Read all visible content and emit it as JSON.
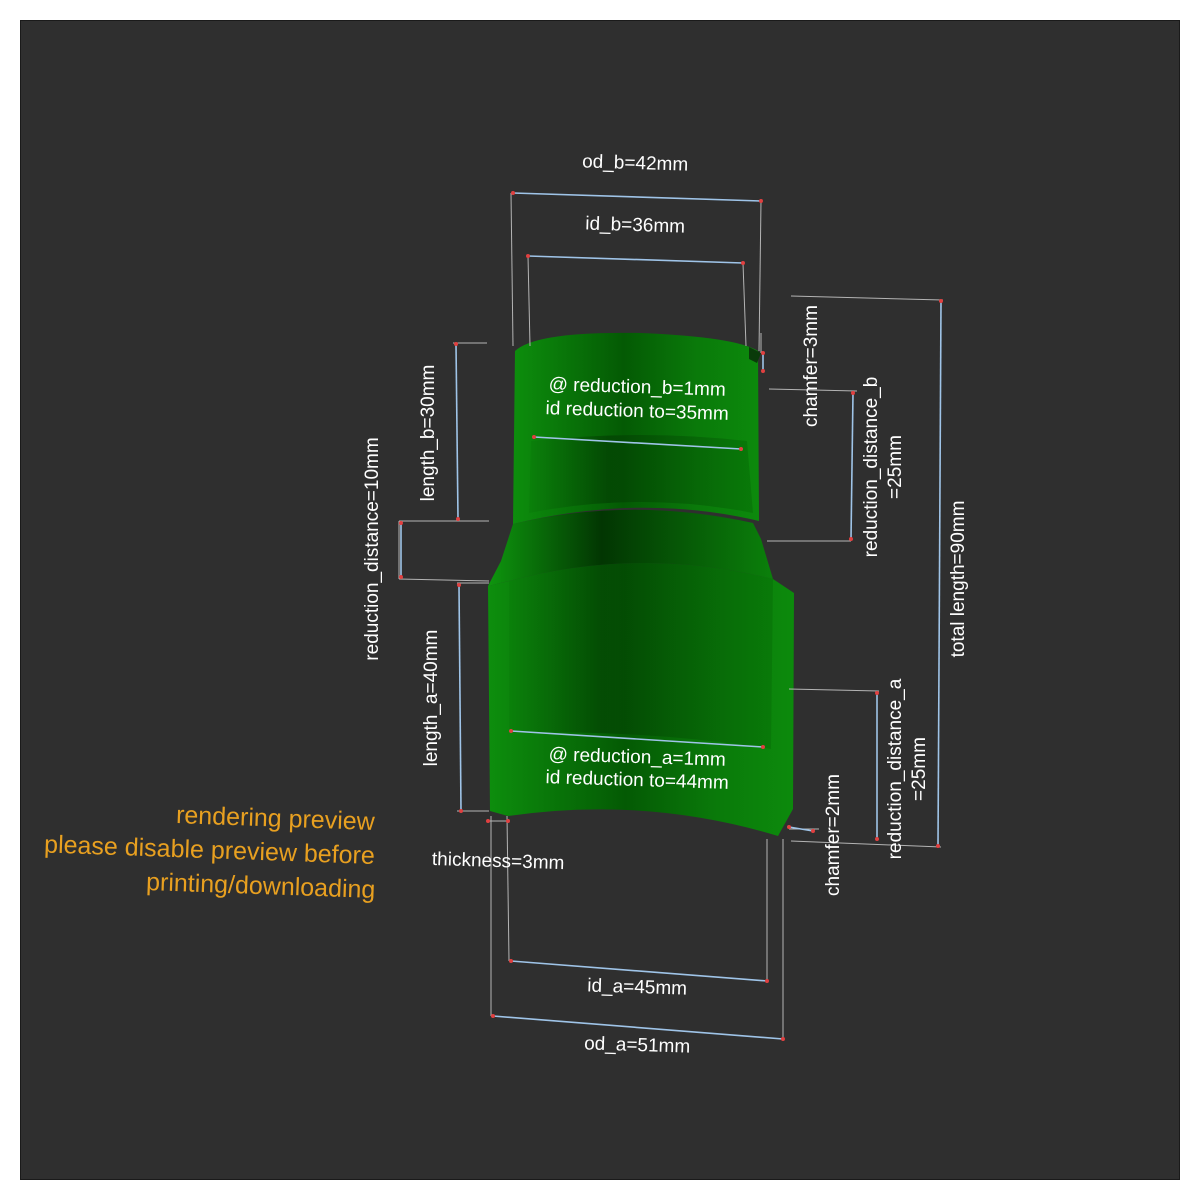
{
  "colors": {
    "background": "#2f2f2f",
    "model": "#0c8a0c",
    "dimension_line": "#9fc4e8",
    "extension_line": "#b0b0b0",
    "marker": "#e04040",
    "label": "#ffffff",
    "warning": "#e8a020"
  },
  "dimensions": {
    "od_b": "od_b=42mm",
    "id_b": "id_b=36mm",
    "chamfer_b": "chamfer=3mm",
    "reduction_b_line1": "@ reduction_b=1mm",
    "reduction_b_line2": "id reduction to=35mm",
    "reduction_distance_b_line1": "reduction_distance_b",
    "reduction_distance_b_line2": "=25mm",
    "length_b": "length_b=30mm",
    "reduction_distance": "reduction_distance=10mm",
    "total_length": "total length=90mm",
    "length_a": "length_a=40mm",
    "reduction_a_line1": "@ reduction_a=1mm",
    "reduction_a_line2": "id reduction to=44mm",
    "reduction_distance_a_line1": "reduction_distance_a",
    "reduction_distance_a_line2": "=25mm",
    "chamfer_a": "chamfer=2mm",
    "thickness": "thickness=3mm",
    "id_a": "id_a=45mm",
    "od_a": "od_a=51mm"
  },
  "warning": {
    "line1": "rendering preview",
    "line2": "please disable preview before",
    "line3": "printing/downloading"
  }
}
